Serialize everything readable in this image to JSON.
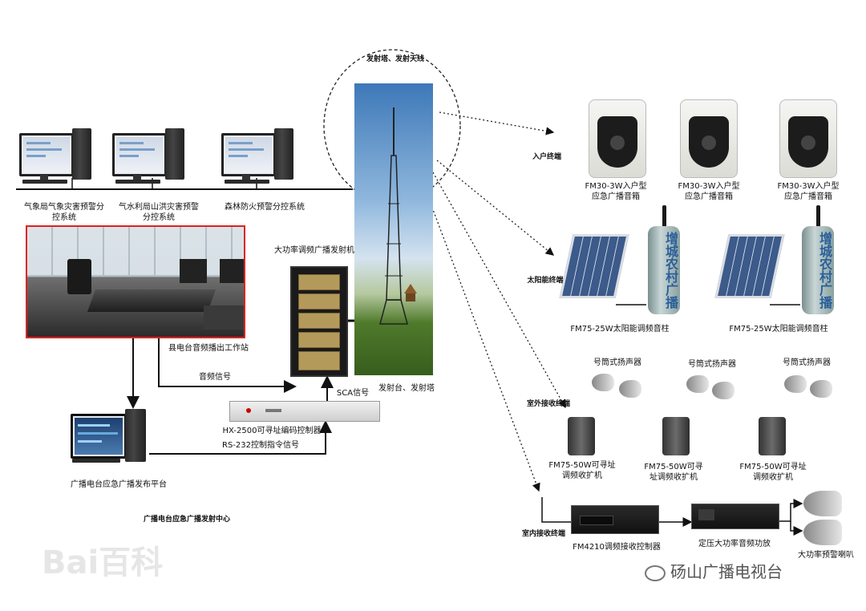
{
  "diagram": {
    "tower_label": "发射塔、发射天线",
    "transmit_site_label": "发射台、发射塔",
    "transmitter_label": "大功率调频广播发射机",
    "studio_label": "县电台音频播出工作站",
    "audio_signal_label": "音频信号",
    "sca_signal_label": "SCA信号",
    "encoder_label": "HX-2500可寻址编码控制器",
    "rs232_label": "RS-232控制指令信号",
    "platform_label": "广播电台应急广播发布平台",
    "center_label": "广播电台应急广播发射中心",
    "subsystems": [
      {
        "label_line1": "气象局气象灾害预警分",
        "label_line2": "控系统"
      },
      {
        "label_line1": "气水利局山洪灾害预警",
        "label_line2": "分控系统"
      },
      {
        "label_line1": "森林防火预警分控系统",
        "label_line2": ""
      }
    ],
    "terminal_groups": {
      "household": "入户终端",
      "solar": "太阳能终端",
      "outdoor": "室外接收终端",
      "indoor": "室内接收终端"
    },
    "household_devices": [
      {
        "line1": "FM30-3W入户型",
        "line2": "应急广播音箱"
      },
      {
        "line1": "FM30-3W入户型",
        "line2": "应急广播音箱"
      },
      {
        "line1": "FM30-3W入户型",
        "line2": "应急广播音箱"
      }
    ],
    "solar_devices": [
      {
        "label": "FM75-25W太阳能调频音柱",
        "column_text": "增城农村广播"
      },
      {
        "label": "FM75-25W太阳能调频音柱",
        "column_text": "增城农村广播"
      }
    ],
    "outdoor_devices": [
      {
        "horn_label": "号筒式扬声器",
        "line1": "FM75-50W可寻址",
        "line2": "调频收扩机"
      },
      {
        "horn_label": "号筒式扬声器",
        "line1": "FM75-50W可寻",
        "line2": "址调频收扩机"
      },
      {
        "horn_label": "号筒式扬声器",
        "line1": "FM75-50W可寻址",
        "line2": "调频收扩机"
      }
    ],
    "indoor_devices": {
      "receiver_label": "FM4210调频接收控制器",
      "amp_label": "定压大功率音频功放",
      "speaker_label": "大功率预警喇叭"
    },
    "watermark_left": "Bai百科",
    "watermark_right": "砀山广播电视台"
  }
}
